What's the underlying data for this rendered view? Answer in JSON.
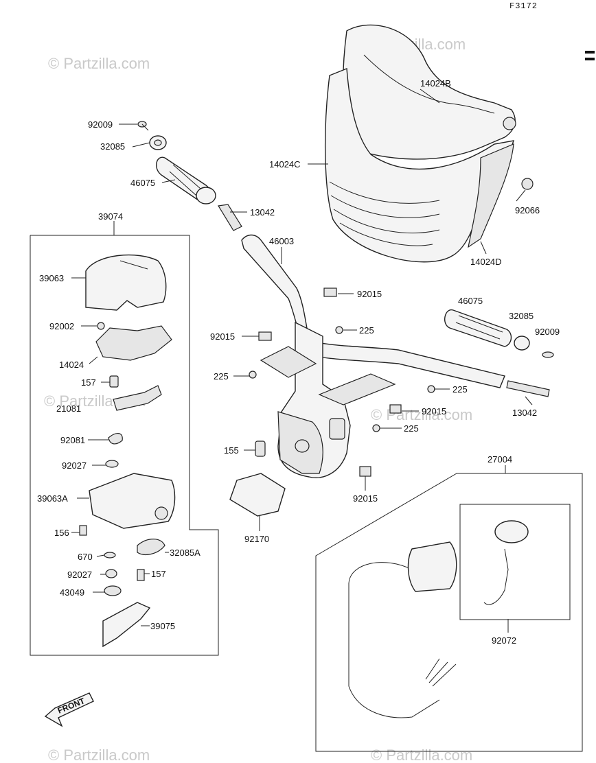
{
  "ref_code": "F3172",
  "watermarks": [
    "© Partzilla.com",
    "© Partzilla.com",
    "© Partzilla.com",
    "© Partzilla.com",
    "© Partzilla.com",
    "© Partzilla.com"
  ],
  "front_label": "FRONT",
  "callouts": {
    "c92009a": "92009",
    "c32085a": "32085",
    "c46075a": "46075",
    "c13042a": "13042",
    "c39074": "39074",
    "c39063": "39063",
    "c92002": "92002",
    "c14024": "14024",
    "c157a": "157",
    "c21081": "21081",
    "c92081": "92081",
    "c92027a": "92027",
    "c39063a": "39063A",
    "c156": "156",
    "c670": "670",
    "c32085a2": "32085A",
    "c92027b": "92027",
    "c157b": "157",
    "c43049": "43049",
    "c39075": "39075",
    "c14024b": "14024B",
    "c14024c": "14024C",
    "c92066": "92066",
    "c14024d": "14024D",
    "c46003": "46003",
    "c92015a": "92015",
    "c92015b": "92015",
    "c225a": "225",
    "c225b": "225",
    "c46075b": "46075",
    "c32085b": "32085",
    "c92009b": "92009",
    "c225c": "225",
    "c92015c": "92015",
    "c13042b": "13042",
    "c225d": "225",
    "c155": "155",
    "c92015d": "92015",
    "c92170": "92170",
    "c27004": "27004",
    "c92072": "92072"
  }
}
